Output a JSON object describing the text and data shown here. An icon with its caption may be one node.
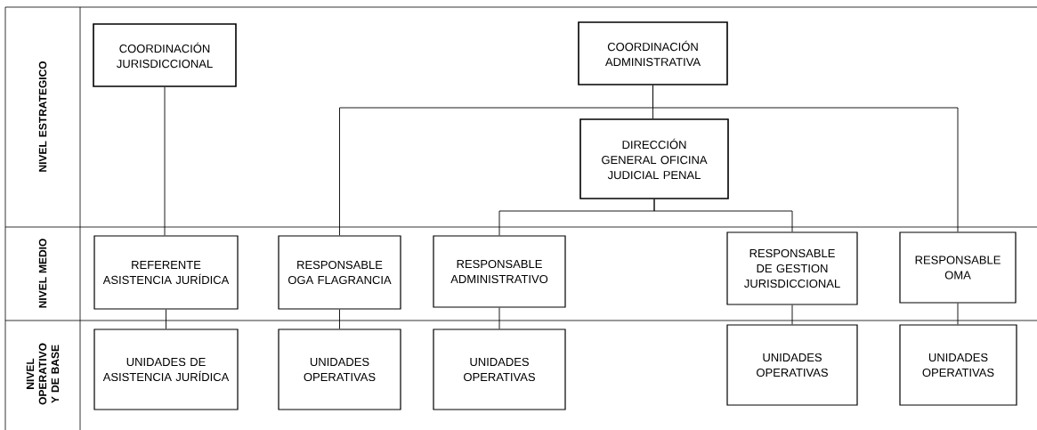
{
  "diagram": {
    "nodes": [
      {
        "text": [
          "COORDINACIÓN JURISDICCIONAL"
        ]
      },
      {
        "text": [
          "COORDINACIÓN ADMINISTRATIVA"
        ]
      },
      {
        "text": [
          "DIRECCIÓN GENERAL OFICINA JUDICIAL PENAL"
        ]
      },
      {
        "text": [
          "REFERENTE ASISTENCIA JURÍDICA"
        ]
      },
      {
        "text": [
          "RESPONSABLE OGA FLAGRANCIA"
        ]
      },
      {
        "text": [
          "RESPONSABLE ADMINISTRATIVO"
        ]
      },
      {
        "text": [
          "RESPONSABLE DE GESTION JURISDICCIONAL"
        ]
      },
      {
        "text": [
          "RESPONSABLE OMA"
        ]
      },
      {
        "text": [
          "UNIDADES DE ASISTENCIA JURÍDICA"
        ]
      },
      {
        "text": [
          "UNIDADES OPERATIVAS"
        ]
      },
      {
        "text": [
          "UNIDADES OPERATIVAS"
        ]
      },
      {
        "text": [
          "UNIDADES OPERATIVAS"
        ]
      },
      {
        "text": [
          "UNIDADES OPERATIVAS"
        ]
      }
    ],
    "edges": [
      {
        "from": 0,
        "to": 3,
        "arrow": "none"
      },
      {
        "from": 1,
        "to": 2,
        "arrow": "none"
      },
      {
        "from": 1,
        "to": 4,
        "arrow": "none"
      },
      {
        "from": 1,
        "to": 7,
        "arrow": "none"
      },
      {
        "from": 2,
        "to": 5,
        "arrow": "none"
      },
      {
        "from": 2,
        "to": 6,
        "arrow": "none"
      },
      {
        "from": 3,
        "to": 8,
        "arrow": "none"
      },
      {
        "from": 4,
        "to": 9,
        "arrow": "none"
      },
      {
        "from": 5,
        "to": 10,
        "arrow": "none"
      },
      {
        "from": 6,
        "to": 11,
        "arrow": "none"
      },
      {
        "from": 7,
        "to": 12,
        "arrow": "none"
      }
    ],
    "labels": [
      "NIVEL ESTRATEGICO",
      "NIVEL MEDIO",
      "NIVEL OPERATIVO Y DE BASE"
    ]
  }
}
